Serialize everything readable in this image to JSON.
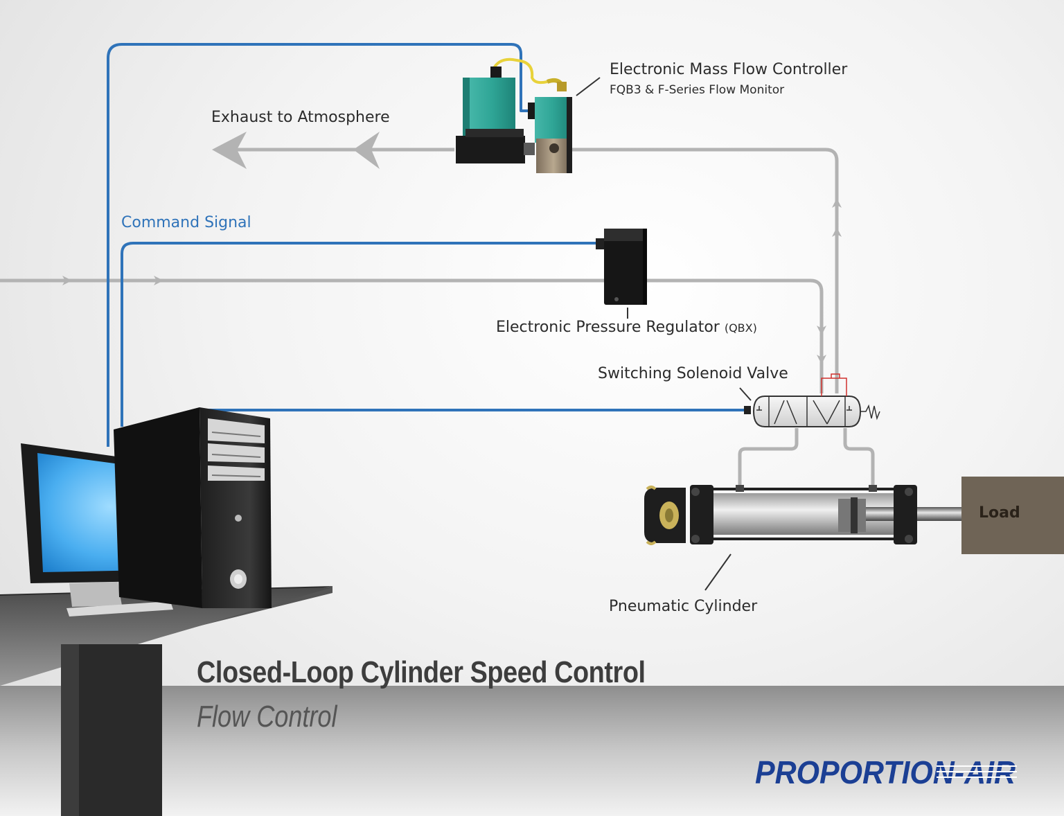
{
  "diagram": {
    "title": "Closed-Loop Cylinder Speed Control",
    "subtitle": "Flow Control",
    "colors": {
      "command_signal": "#2f73b9",
      "air_line": "#b3b3b3",
      "load": "#6f6456",
      "brand": "#1b3f94"
    },
    "labels": {
      "mfc_title": "Electronic Mass Flow Controller",
      "mfc_subtitle": "FQB3 & F-Series Flow Monitor",
      "exhaust": "Exhaust to Atmosphere",
      "command_signal": "Command Signal",
      "regulator_name": "Electronic Pressure Regulator",
      "regulator_model": "(QBX)",
      "solenoid": "Switching Solenoid Valve",
      "cylinder": "Pneumatic Cylinder",
      "load": "Load"
    },
    "logo": "PROPORTION-AIR",
    "icons": [
      "computer-monitor-icon",
      "computer-tower-icon",
      "mass-flow-controller-icon",
      "pressure-regulator-icon",
      "solenoid-valve-icon",
      "pneumatic-cylinder-icon"
    ]
  }
}
